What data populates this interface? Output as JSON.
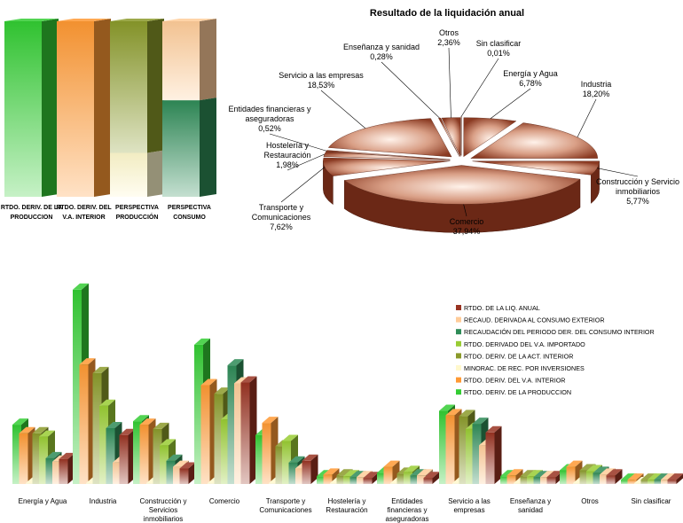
{
  "chart_data": [
    {
      "type": "bar",
      "stacked": true,
      "categories": [
        [
          "RTDO. DERIV. DE LA",
          "PRODUCCION"
        ],
        [
          "RTDO. DERIV. DEL",
          "V.A. INTERIOR"
        ],
        [
          "PERSPECTIVA",
          "PRODUCCIÓN"
        ],
        [
          "PERSPECTIVA",
          "CONSUMO"
        ]
      ],
      "stacks": [
        [
          {
            "value": 100,
            "color": "#33cc33"
          }
        ],
        [
          {
            "value": 100,
            "color": "#ff9933"
          }
        ],
        [
          {
            "value": 25,
            "color": "#fff8cc"
          },
          {
            "value": 75,
            "color": "#8a9a2a"
          }
        ],
        [
          {
            "value": 55,
            "color": "#2e8b57"
          },
          {
            "value": 45,
            "color": "#ffcc99"
          }
        ]
      ]
    },
    {
      "type": "pie",
      "title": "Resultado de la liquidación anual",
      "slices": [
        {
          "label": "Sin clasificar",
          "value": 0.01,
          "display": "0,01%"
        },
        {
          "label": "Energía y Agua",
          "value": 6.78,
          "display": "6,78%"
        },
        {
          "label": "Industria",
          "value": 18.2,
          "display": "18,20%"
        },
        {
          "label": "Construcción y Servicio inmobiliarios",
          "value": 5.77,
          "display": "5,77%"
        },
        {
          "label": "Comercio",
          "value": 37.94,
          "display": "37,94%"
        },
        {
          "label": "Transporte y Comunicaciones",
          "value": 7.62,
          "display": "7,62%"
        },
        {
          "label": "Hostelería y Restauración",
          "value": 1.98,
          "display": "1,98%"
        },
        {
          "label": "Entidades financieras y aseguradoras",
          "value": 0.52,
          "display": "0,52%"
        },
        {
          "label": "Servicio a las empresas",
          "value": 18.53,
          "display": "18,53%"
        },
        {
          "label": "Enseñanza y sanidad",
          "value": 0.28,
          "display": "0,28%"
        },
        {
          "label": "Otros",
          "value": 2.36,
          "display": "2,36%"
        }
      ]
    },
    {
      "type": "bar",
      "categories": [
        [
          "Energía y Agua"
        ],
        [
          "Industria"
        ],
        [
          "Construcción y",
          "Servicios",
          "inmobiliarios"
        ],
        [
          "Comercio"
        ],
        [
          "Transporte y",
          "Comunicaciones"
        ],
        [
          "Hostelería y",
          "Restauración"
        ],
        [
          "Entidades",
          "financieras y",
          "aseguradoras"
        ],
        [
          "Servicio a las",
          "empresas"
        ],
        [
          "Enseñanza y",
          "sanidad"
        ],
        [
          "Otros"
        ],
        [
          "Sin clasificar"
        ]
      ],
      "series": [
        {
          "name": "RTDO. DERIV. DE LA PRODUCCION",
          "color": "#33cc33",
          "values": [
            6.9,
            22.6,
            7.3,
            16.2,
            5.7,
            0.9,
            1.3,
            8.5,
            0.9,
            1.6,
            0.5
          ]
        },
        {
          "name": "RTDO. DERIV. DEL V.A. INTERIOR",
          "color": "#ff9933",
          "values": [
            5.9,
            13.9,
            6.9,
            11.5,
            7.1,
            1.1,
            2.0,
            8.0,
            1.0,
            2.0,
            0.5
          ]
        },
        {
          "name": "MINORAC. DE REC. POR INVERSIONES",
          "color": "#fff8cc",
          "values": [
            0.0,
            0.0,
            0.0,
            0.0,
            0.0,
            0.0,
            0.0,
            0.0,
            0.0,
            0.0,
            0.0
          ]
        },
        {
          "name": "RTDO. DERIV. DE LA ACT. INTERIOR",
          "color": "#8a9a2a",
          "values": [
            5.9,
            12.9,
            6.4,
            10.5,
            4.4,
            1.0,
            1.2,
            7.9,
            0.9,
            1.6,
            0.5
          ]
        },
        {
          "name": "RTDO. DERIVADO DEL V.A. IMPORTADO",
          "color": "#99cc33",
          "values": [
            5.5,
            9.1,
            4.5,
            7.5,
            5.0,
            0.9,
            1.4,
            6.4,
            0.9,
            1.5,
            0.5
          ]
        },
        {
          "name": "RECAUDACIÓN DEL PERIODO DER. DEL CONSUMO INTERIOR",
          "color": "#2e8b57",
          "values": [
            3.0,
            6.5,
            2.7,
            13.8,
            2.5,
            0.8,
            1.0,
            7.0,
            0.8,
            1.3,
            0.5
          ]
        },
        {
          "name": "RECAUD. DERIVADA AL CONSUMO EXTERIOR",
          "color": "#ffcc99",
          "values": [
            2.6,
            2.5,
            2.0,
            11.7,
            1.8,
            0.8,
            1.0,
            4.5,
            0.8,
            1.1,
            0.5
          ]
        },
        {
          "name": "RTDO. DE LA LIQ. ANUAL",
          "color": "#993322",
          "values": [
            2.9,
            5.7,
            1.8,
            11.8,
            2.7,
            0.7,
            0.7,
            6.0,
            0.8,
            1.0,
            0.5
          ]
        }
      ],
      "legend_order": [
        "RTDO. DE LA LIQ. ANUAL",
        "RECAUD. DERIVADA AL CONSUMO EXTERIOR",
        "RECAUDACIÓN DEL PERIODO DER. DEL CONSUMO INTERIOR",
        "RTDO. DERIVADO DEL V.A. IMPORTADO",
        "RTDO. DERIV. DE LA ACT. INTERIOR",
        "MINORAC. DE REC. POR INVERSIONES",
        "RTDO. DERIV. DEL V.A. INTERIOR",
        "RTDO. DERIV. DE LA PRODUCCION"
      ],
      "legend": "right",
      "ylim": [
        0,
        25
      ],
      "grid": false
    }
  ]
}
